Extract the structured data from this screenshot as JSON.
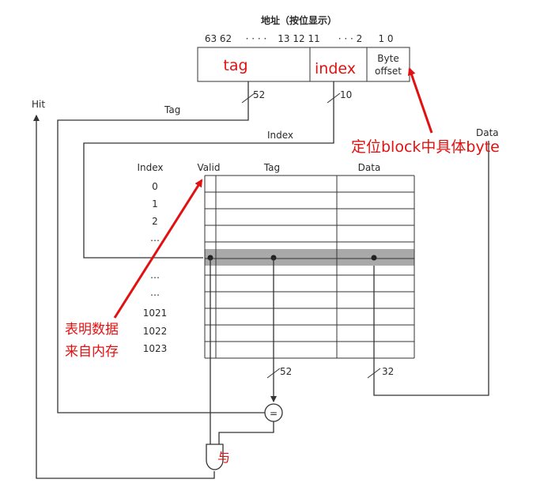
{
  "address": {
    "title": "地址（按位显示）",
    "bits_left": "63 62",
    "dots_1": "· · · ·",
    "bits_mid": "13 12 11",
    "dots_2": "· · · 2",
    "bits_right": "1 0",
    "field_tag": "tag",
    "field_index": "index",
    "field_byte_1": "Byte",
    "field_byte_2": "offset"
  },
  "wires": {
    "tag_width": "52",
    "index_width": "10",
    "tag_label": "Tag",
    "index_label": "Index",
    "hit_label": "Hit",
    "data_label": "Data",
    "tag_out_width": "52",
    "data_out_width": "32"
  },
  "table": {
    "headers": [
      "Index",
      "Valid",
      "Tag",
      "Data"
    ],
    "index_labels": [
      "0",
      "1",
      "2",
      "…",
      "",
      "…",
      "…",
      "1021",
      "1022",
      "1023"
    ]
  },
  "comparator": {
    "symbol": "="
  },
  "and_gate": {
    "label": "与"
  },
  "annotations": {
    "byte_note": "定位block中具体byte",
    "valid_note_1": "表明数据",
    "valid_note_2": "来自内存"
  },
  "colors": {
    "line": "#333333",
    "highlight_row": "#a9a9a9",
    "annotation": "#e11111"
  }
}
